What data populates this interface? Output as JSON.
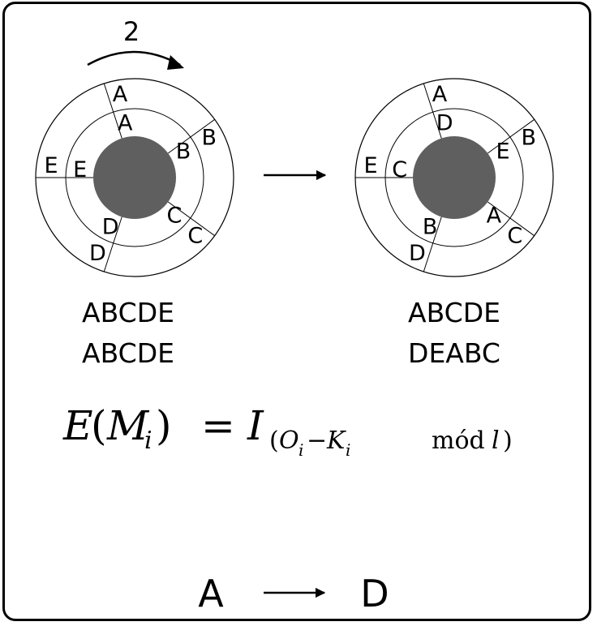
{
  "rotation_label": "2",
  "left_disk": {
    "outer": [
      "A",
      "B",
      "C",
      "D",
      "E"
    ],
    "inner": [
      "A",
      "B",
      "C",
      "D",
      "E"
    ],
    "line1": "ABCDE",
    "line2": "ABCDE"
  },
  "right_disk": {
    "outer": [
      "A",
      "B",
      "C",
      "D",
      "E"
    ],
    "inner": [
      "D",
      "E",
      "A",
      "B",
      "C"
    ],
    "line1": "ABCDE",
    "line2": "DEABC"
  },
  "formula": {
    "E": "E",
    "M": "M",
    "i": "i",
    "eq": "=",
    "I": "I",
    "O": "O",
    "minus": "−",
    "K": "K",
    "mod": "mód",
    "l": "l"
  },
  "example": {
    "from": "A",
    "to": "D"
  },
  "colors": {
    "hub": "#5f5f5f",
    "stroke": "#000000"
  }
}
